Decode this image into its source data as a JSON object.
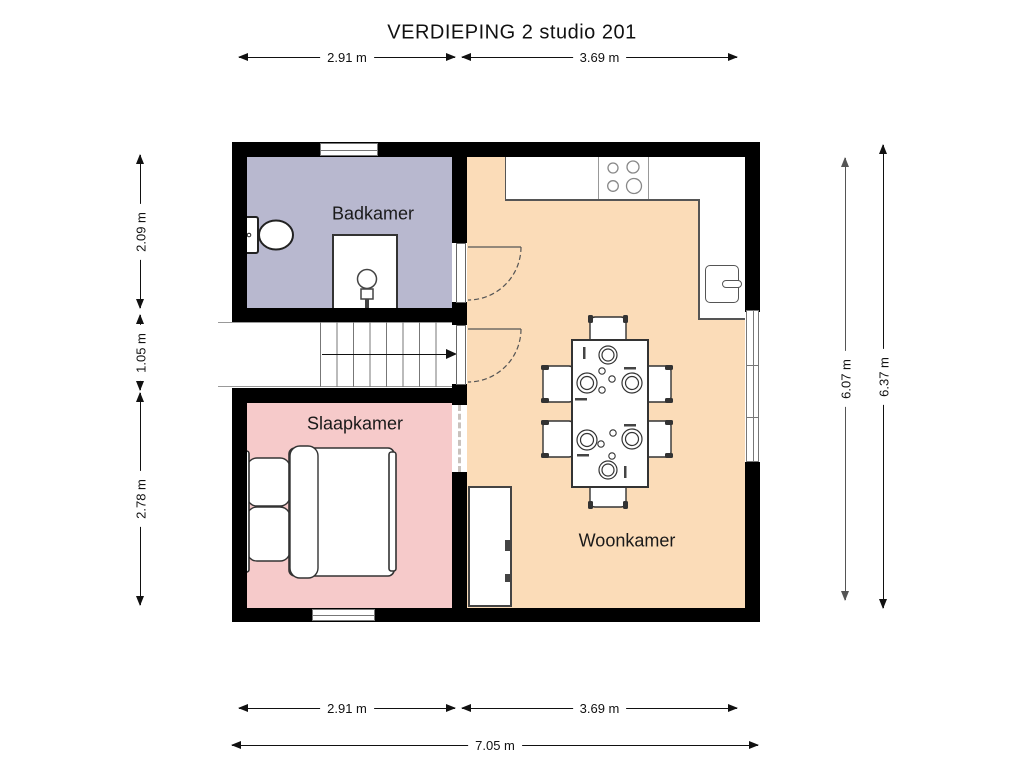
{
  "title": "VERDIEPING 2 studio 201",
  "rooms": {
    "badkamer": {
      "label": "Badkamer",
      "fill": "#b8b8cf"
    },
    "slaapkamer": {
      "label": "Slaapkamer",
      "fill": "#f6caca"
    },
    "woonkamer": {
      "label": "Woonkamer",
      "fill": "#fbdcb8"
    }
  },
  "dimensions": {
    "top": [
      "2.91 m",
      "3.69 m"
    ],
    "bottom": [
      "2.91 m",
      "3.69 m"
    ],
    "total_width": "7.05 m",
    "left": [
      "2.09 m",
      "1.05 m",
      "2.78 m"
    ],
    "right_inner": "6.07 m",
    "right_outer": "6.37 m"
  },
  "colors": {
    "wall": "#000000",
    "dimension_line": "#111111",
    "inner_dimension_line": "#555555",
    "counter_edge": "#555555"
  },
  "icons": [
    "toilet-icon",
    "shower-icon",
    "bed-icon",
    "dining-table-icon",
    "stove-icon",
    "sink-icon",
    "stairs-icon",
    "stair-direction-arrow",
    "door-swing-icon",
    "window-icon",
    "closet-icon"
  ]
}
